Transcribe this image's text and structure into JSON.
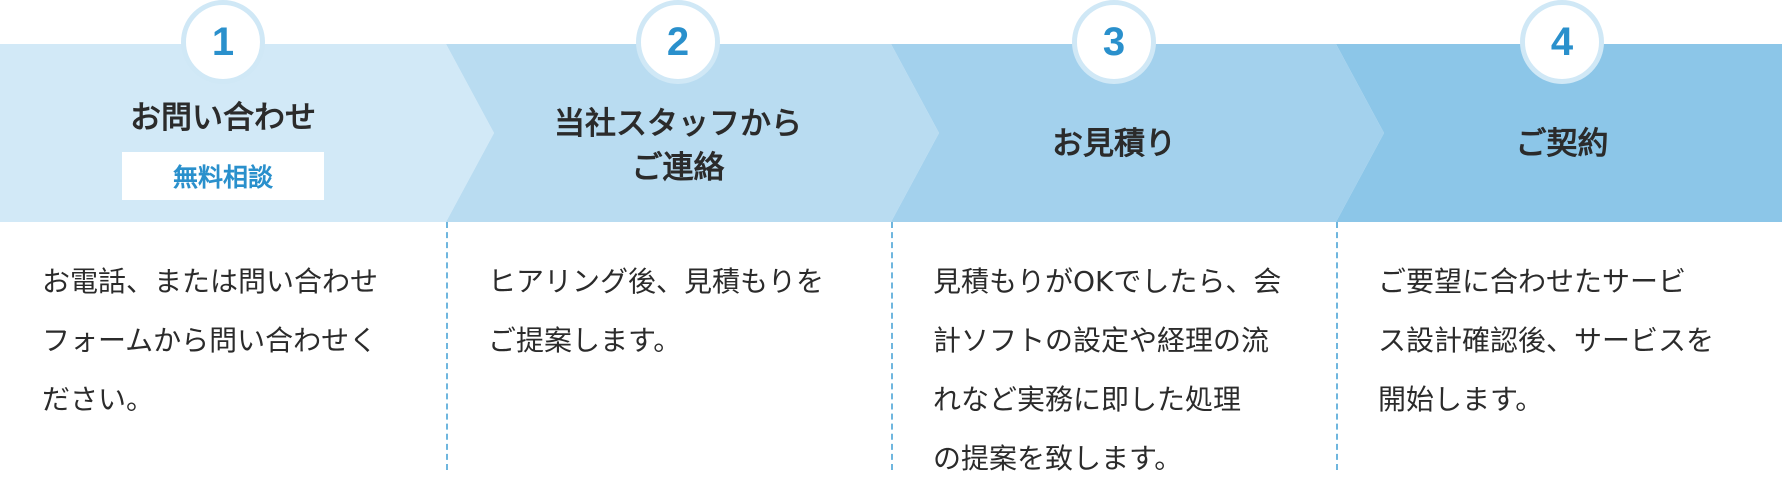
{
  "steps": [
    {
      "number": "1",
      "title": "お問い合わせ",
      "badge": "無料相談",
      "description": "お電話、または問い合わせ\nフォームから問い合わせく\nださい。",
      "color": "#d2e9f7"
    },
    {
      "number": "2",
      "title": "当社スタッフから\nご連絡",
      "description": "ヒアリング後、見積もりを\nご提案します。",
      "color": "#b9dcf1"
    },
    {
      "number": "3",
      "title": "お見積り",
      "description": "見積もりがOKでしたら、会\n計ソフトの設定や経理の流\nれなど実務に即した処理\nの提案を致します。",
      "color": "#a3d1ed"
    },
    {
      "number": "4",
      "title": "ご契約",
      "description": "ご要望に合わせたサービ\nス設計確認後、サービスを\n開始します。",
      "color": "#8cc6e8"
    }
  ]
}
